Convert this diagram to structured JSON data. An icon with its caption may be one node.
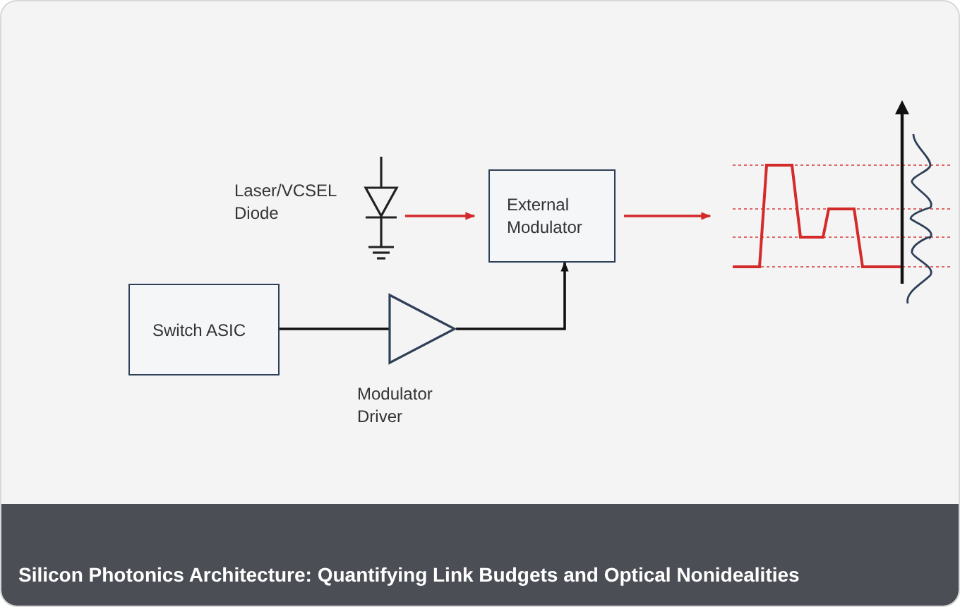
{
  "diagram": {
    "caption": "Silicon Photonics Architecture: Quantifying Link Budgets and Optical Nonidealities",
    "nodes": [
      {
        "text": [
          "Laser/VCSEL Diode"
        ]
      },
      {
        "text": [
          "External Modulator"
        ]
      },
      {
        "text": [
          "Switch ASIC"
        ]
      },
      {
        "text": [
          "Modulator Driver"
        ]
      },
      {
        "text": [],
        "shape": "picture"
      }
    ],
    "edges": [
      {
        "from": 0,
        "to": 1,
        "arrow": "to",
        "color": "#d42a2a"
      },
      {
        "from": 1,
        "to": 4,
        "arrow": "to",
        "color": "#d42a2a"
      },
      {
        "from": 2,
        "to": 3,
        "arrow": "none",
        "color": "#111111"
      },
      {
        "from": 3,
        "to": 1,
        "arrow": "to",
        "color": "#111111"
      }
    ]
  }
}
